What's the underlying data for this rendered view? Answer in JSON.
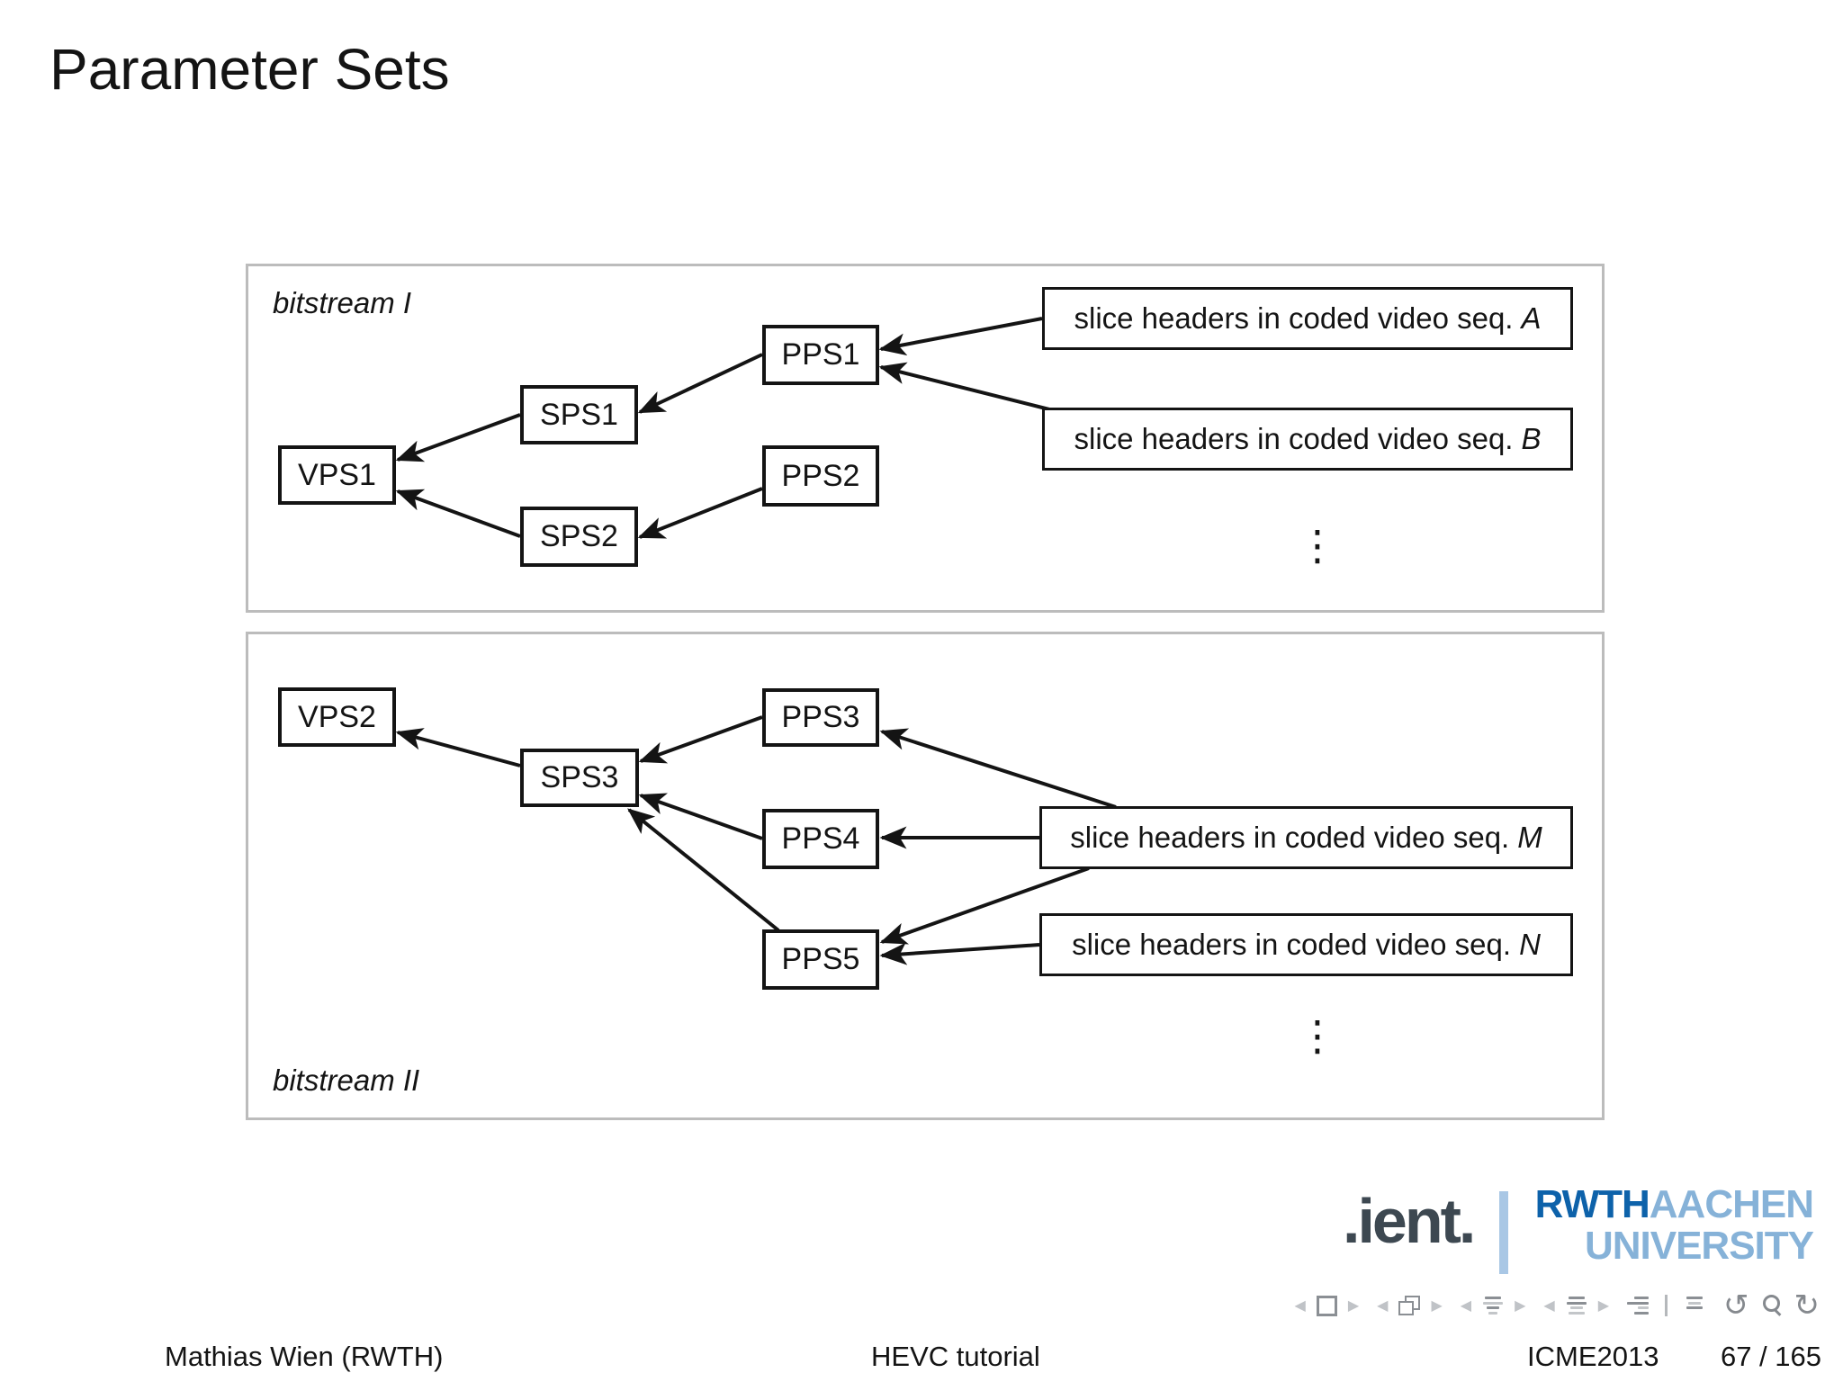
{
  "title": "Parameter Sets",
  "bitstream1": {
    "label": "bitstream I",
    "vps1": "VPS1",
    "sps1": "SPS1",
    "sps2": "SPS2",
    "pps1": "PPS1",
    "pps2": "PPS2",
    "slice_a_text": "slice headers in coded video seq.",
    "slice_a_seq": "A",
    "slice_b_text": "slice headers in coded video seq.",
    "slice_b_seq": "B",
    "ellipsis": "⋮"
  },
  "bitstream2": {
    "label": "bitstream II",
    "vps2": "VPS2",
    "sps3": "SPS3",
    "pps3": "PPS3",
    "pps4": "PPS4",
    "pps5": "PPS5",
    "slice_m_text": "slice headers in coded video seq.",
    "slice_m_seq": "M",
    "slice_n_text": "slice headers in coded video seq.",
    "slice_n_seq": "N",
    "ellipsis": "⋮"
  },
  "edges": [
    {
      "from": "SPS1",
      "to": "VPS1"
    },
    {
      "from": "SPS2",
      "to": "VPS1"
    },
    {
      "from": "PPS1",
      "to": "SPS1"
    },
    {
      "from": "PPS2",
      "to": "SPS2"
    },
    {
      "from": "slice headers in coded video seq. A",
      "to": "PPS1"
    },
    {
      "from": "slice headers in coded video seq. B",
      "to": "PPS1"
    },
    {
      "from": "SPS3",
      "to": "VPS2"
    },
    {
      "from": "PPS3",
      "to": "SPS3"
    },
    {
      "from": "PPS4",
      "to": "SPS3"
    },
    {
      "from": "PPS5",
      "to": "SPS3"
    },
    {
      "from": "slice headers in coded video seq. M",
      "to": "PPS3"
    },
    {
      "from": "slice headers in coded video seq. M",
      "to": "PPS4"
    },
    {
      "from": "slice headers in coded video seq. M",
      "to": "PPS5"
    },
    {
      "from": "slice headers in coded video seq. N",
      "to": "PPS5"
    }
  ],
  "branding": {
    "ient": ".ient.",
    "rwth": "RWTH",
    "aachen": "AACHEN",
    "university": "UNIVERSITY",
    "colors": {
      "rwth_dark": "#0d62aa",
      "rwth_light": "#86b2d8",
      "divider": "#a9c7e5",
      "ient": "#3d4851"
    }
  },
  "footer": {
    "author": "Mathias Wien  (RWTH)",
    "talk_title": "HEVC tutorial",
    "conference": "ICME2013",
    "page": "67 / 165"
  }
}
